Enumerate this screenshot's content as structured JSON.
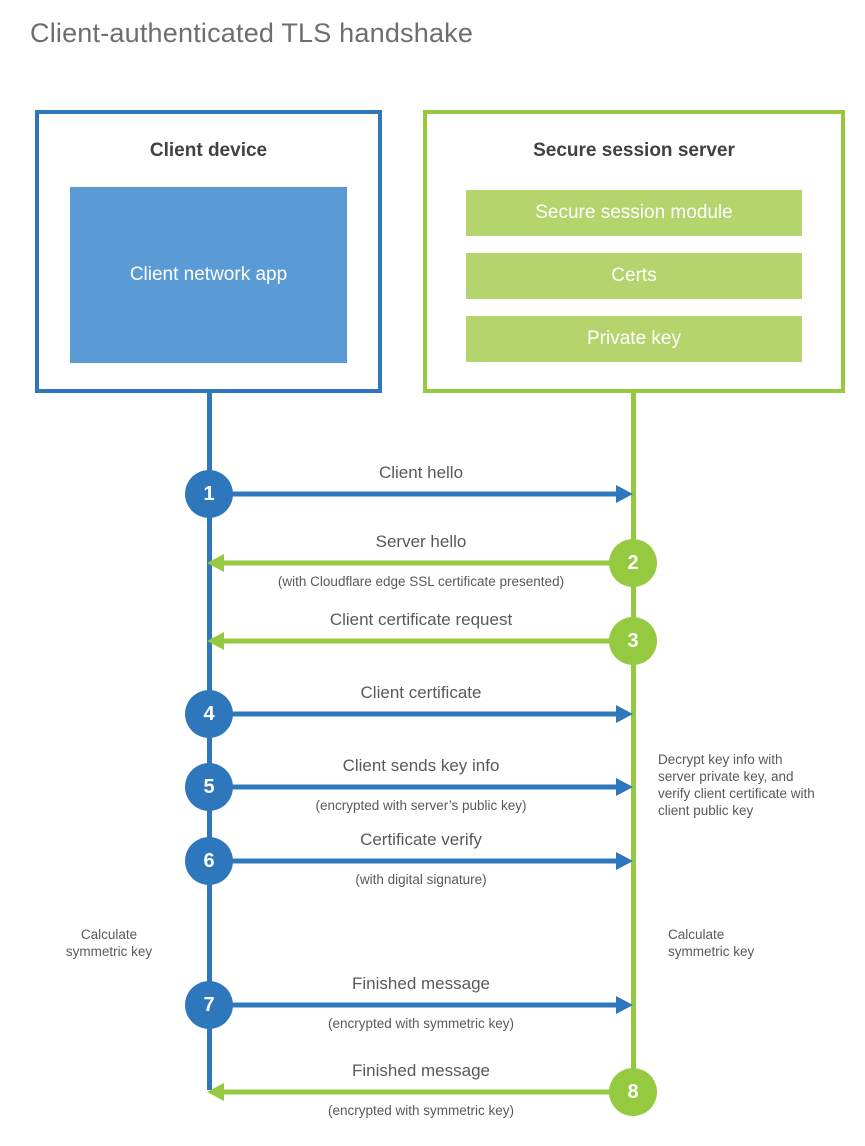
{
  "title": "Client-authenticated TLS handshake",
  "palette": {
    "blue": "#2e77bc",
    "blue_fill": "#5b9bd5",
    "green": "#95c93f",
    "green_fill": "#b5d46e",
    "heading_text": "#414042",
    "label_text": "#58595b",
    "title_text": "#6d6e71"
  },
  "client": {
    "title": "Client device",
    "app_label": "Client network app"
  },
  "server": {
    "title": "Secure session server",
    "modules": [
      "Secure session module",
      "Certs",
      "Private key"
    ]
  },
  "steps": [
    {
      "num": "1",
      "actor": "client",
      "direction": "right",
      "label": "Client hello",
      "sublabel": ""
    },
    {
      "num": "2",
      "actor": "server",
      "direction": "left",
      "label": "Server hello",
      "sublabel": "(with Cloudflare edge SSL certificate presented)"
    },
    {
      "num": "3",
      "actor": "server",
      "direction": "left",
      "label": "Client certificate request",
      "sublabel": ""
    },
    {
      "num": "4",
      "actor": "client",
      "direction": "right",
      "label": "Client certificate",
      "sublabel": ""
    },
    {
      "num": "5",
      "actor": "client",
      "direction": "right",
      "label": "Client sends key info",
      "sublabel": "(encrypted with server’s public key)"
    },
    {
      "num": "6",
      "actor": "client",
      "direction": "right",
      "label": "Certificate verify",
      "sublabel": "(with digital signature)"
    },
    {
      "num": "7",
      "actor": "client",
      "direction": "right",
      "label": "Finished message",
      "sublabel": "(encrypted with symmetric key)"
    },
    {
      "num": "8",
      "actor": "server",
      "direction": "left",
      "label": "Finished message",
      "sublabel": "(encrypted with symmetric key)"
    }
  ],
  "notes": {
    "decrypt": "Decrypt key info with server private key, and verify client certificate with client public key",
    "calc_left": "Calculate symmetric key",
    "calc_right": "Calculate symmetric key"
  }
}
